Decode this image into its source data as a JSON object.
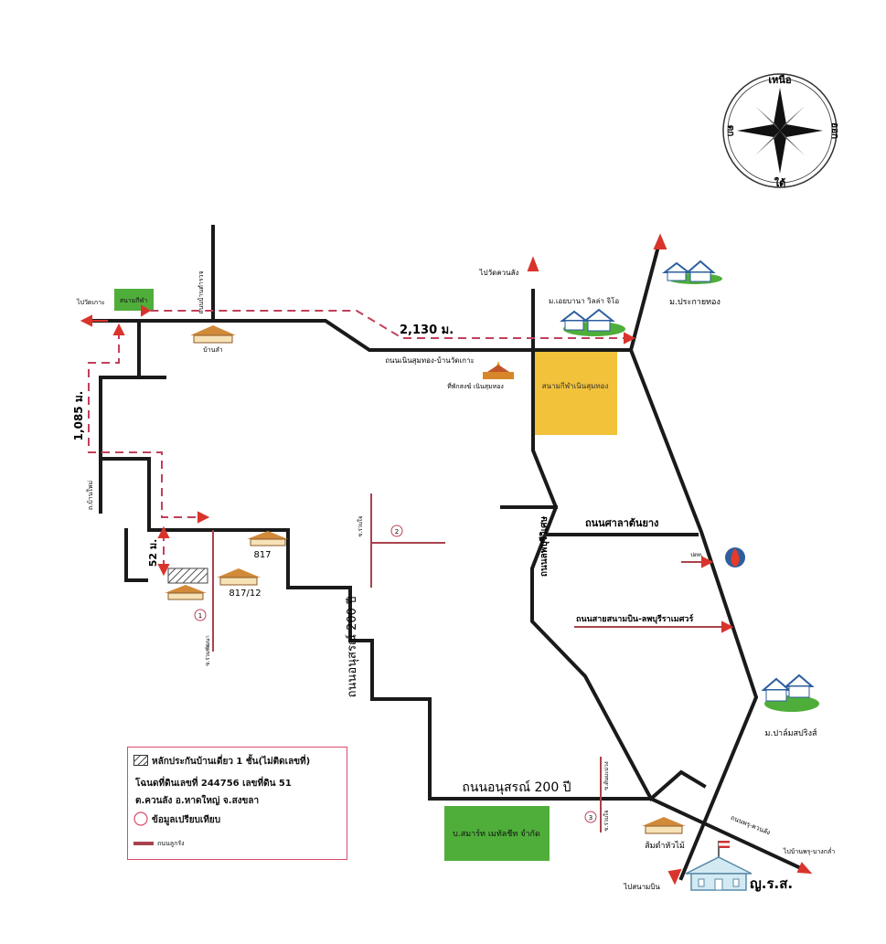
{
  "compass": {
    "north": "เหนือ",
    "south": "ใต้",
    "east": "ออก",
    "west": "ตก"
  },
  "labels": {
    "to_wat_ko": "ไปวัดเกาะ",
    "sanam_kila_green": "สนามกีฬา",
    "road_ban_sam_kaset": "ถนนบ้านตำรวจ",
    "ban_sam": "บ้านลำ",
    "dist_2130": "2,130 ม.",
    "to_wat_khuan_lang": "ไปวัดควนลัง",
    "m_ea_ban": "ม.เอยบานา วิลล่า จิโอ",
    "m_prakai_thong": "ม.ประกายทอง",
    "road_nen_sum_thong": "ถนนเนินสุมทอง-บ้านวัดเกาะ",
    "temple_label": "ที่พักสงฆ์ เนินสุมทอง",
    "stadium": "สนามกีฬาเนินสุมทอง",
    "dist_1085": "1,085 ม.",
    "road_left_small": "ถ.บ้านใหม่",
    "road_sala_ton_yang": "ถนนศาลาต้นยาง",
    "road_lop_wiset": "ถนนลพบุรีวิเศษ",
    "gas_label": "ปตท.",
    "road_sai_sanambin": "ถนนสายสนามบิน-ลพบุรีราเมศวร์",
    "dist_52": "52 ม.",
    "house_817": "817",
    "house_817_12": "817/12",
    "road_anusorn_200_v": "ถนนอนุสรณ์ 200 ปี",
    "road_anusorn_200_h": "ถนนอนุสรณ์ 200 ปี",
    "road_small_mid": "ซ.ร่วมใจ",
    "road_small_1": "ซ.ร่วมพัฒนา",
    "m_palm_spring": "ม.ปาล์มสปริงส์",
    "smart_co": "บ.สมาร์ท เมทัลชีท จำกัด",
    "som_tam": "ส้มตำหัวไม้",
    "road_small_3a": "ซ.ร่วมใจ",
    "road_small_3b": "ซ.ต้นมะม่วง",
    "to_airport": "ไปสนามบิน",
    "road_phru_khuan": "ถนนพรุ-ควนลัง",
    "to_ban_phru": "ไปบ้านพรุ-บางกล่ำ",
    "office": "ญ.ร.ส.",
    "marker_1": "1",
    "marker_2": "2",
    "marker_3": "3"
  },
  "legend": {
    "row1": "หลักประกันบ้านเดี่ยว 1 ชั้น(ไม่ติดเลขที่)",
    "row2": "โฉนดที่ดินเลขที่ 244756 เลขที่ดิน 51",
    "row3": "ต.ควนลัง อ.หาดใหญ่ จ.สงขลา",
    "row4": "ข้อมูลเปรียบเทียบ",
    "row5": "ถนนลูกรัง"
  },
  "colors": {
    "road": "#1a1a1a",
    "route_dash": "#c0405a",
    "minor_road": "#a8434c",
    "stadium": "#f2c23a",
    "green_box": "#4fae3a",
    "legend_border": "#d94a6a",
    "arrow_red": "#d9342b"
  }
}
